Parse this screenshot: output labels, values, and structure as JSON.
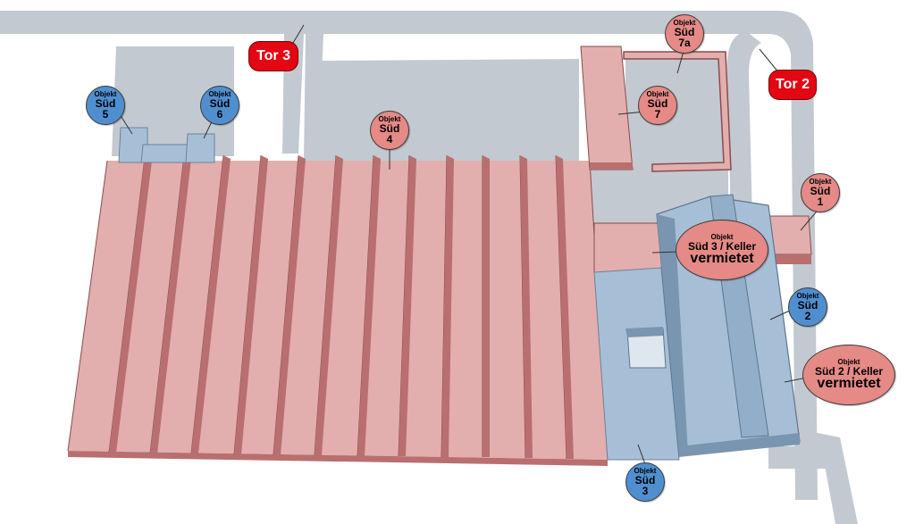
{
  "colors": {
    "road": "#c3c9d0",
    "red_building": "#e3aeae",
    "red_building_side": "#b96f6f",
    "blue_building": "#a7bfd6",
    "blue_building_side": "#7a95b0",
    "red_marker": "#e58a86",
    "blue_marker": "#4f8fd0",
    "gate": "#e30613"
  },
  "gates": [
    {
      "id": "tor3",
      "label": "Tor 3"
    },
    {
      "id": "tor2",
      "label": "Tor 2"
    }
  ],
  "markers": [
    {
      "id": "sued5",
      "status": "blue",
      "lines": [
        "Objekt",
        "Süd",
        "5"
      ]
    },
    {
      "id": "sued6",
      "status": "blue",
      "lines": [
        "Objekt",
        "Süd",
        "6"
      ]
    },
    {
      "id": "sued4",
      "status": "red",
      "lines": [
        "Objekt",
        "Süd",
        "4"
      ]
    },
    {
      "id": "sued7a",
      "status": "red",
      "lines": [
        "Objekt",
        "Süd",
        "7a"
      ]
    },
    {
      "id": "sued7",
      "status": "red",
      "lines": [
        "Objekt",
        "Süd",
        "7"
      ]
    },
    {
      "id": "sued1",
      "status": "red",
      "lines": [
        "Objekt",
        "Süd",
        "1"
      ]
    },
    {
      "id": "sued3keller",
      "status": "red",
      "lines": [
        "Objekt",
        "Süd 3 / Keller",
        "vermietet"
      ]
    },
    {
      "id": "sued2",
      "status": "blue",
      "lines": [
        "Objekt",
        "Süd",
        "2"
      ]
    },
    {
      "id": "sued2keller",
      "status": "red",
      "lines": [
        "Objekt",
        "Süd 2 / Keller",
        "vermietet"
      ]
    },
    {
      "id": "sued3",
      "status": "blue",
      "lines": [
        "Objekt",
        "Süd",
        "3"
      ]
    }
  ]
}
